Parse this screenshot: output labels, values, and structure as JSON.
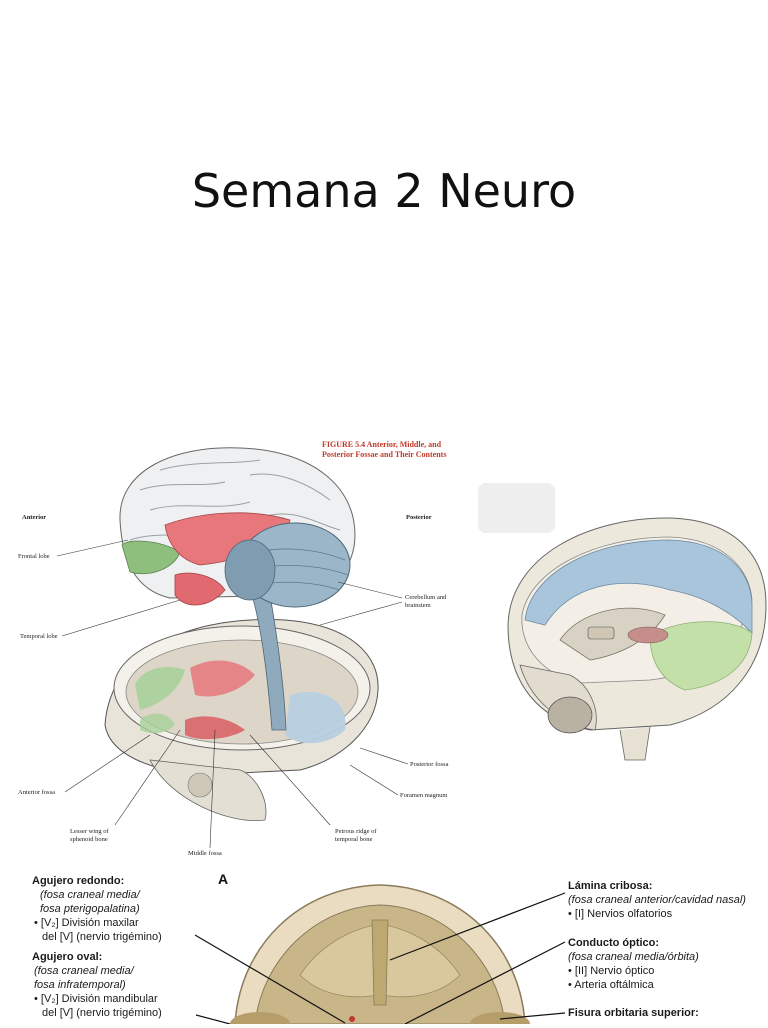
{
  "slide": {
    "title": "Semana 2 Neuro"
  },
  "figure1": {
    "caption_line1": "FIGURE 5.4  Anterior, Middle, and",
    "caption_line2": "Posterior Fossae and Their Contents",
    "labels": {
      "anterior": "Anterior",
      "posterior": "Posterior",
      "frontal_lobe": "Frontal lobe",
      "temporal_lobe": "Temporal lobe",
      "cerebellum_1": "Cerebellum and",
      "cerebellum_2": "brainstem",
      "posterior_fossa": "Posterior fossa",
      "foramen_magnum": "Foramen magnum",
      "anterior_fossa": "Anterior fossa",
      "lesser_wing_1": "Lesser wing of",
      "lesser_wing_2": "sphenoid bone",
      "middle_fossa": "Middle fossa",
      "petrous_1": "Petrous ridge of",
      "petrous_2": "temporal bone"
    }
  },
  "figure3": {
    "panel": "A",
    "left": {
      "redondo_title": "Agujero redondo:",
      "redondo_l1": "(fosa craneal media/",
      "redondo_l2": "fosa pterigopalatina)",
      "redondo_l3": "• [V₂] División maxilar",
      "redondo_l4": "del [V] (nervio trigémino)",
      "oval_title": "Agujero oval:",
      "oval_l1": "(fosa craneal media/",
      "oval_l2": "fosa infratemporal)",
      "oval_l3": "• [V₂] División mandibular",
      "oval_l4": "del [V] (nervio trigémino)"
    },
    "right": {
      "lamina_title": "Lámina cribosa:",
      "lamina_l1": "(fosa craneal anterior/cavidad nasal)",
      "lamina_l2": "• [I] Nervios olfatorios",
      "optico_title": "Conducto óptico:",
      "optico_l1": "(fosa craneal media/órbita)",
      "optico_l2": "• [II] Nervio óptico",
      "optico_l3": "• Arteria oftálmica",
      "fisura_title": "Fisura orbitaria superior:"
    }
  }
}
